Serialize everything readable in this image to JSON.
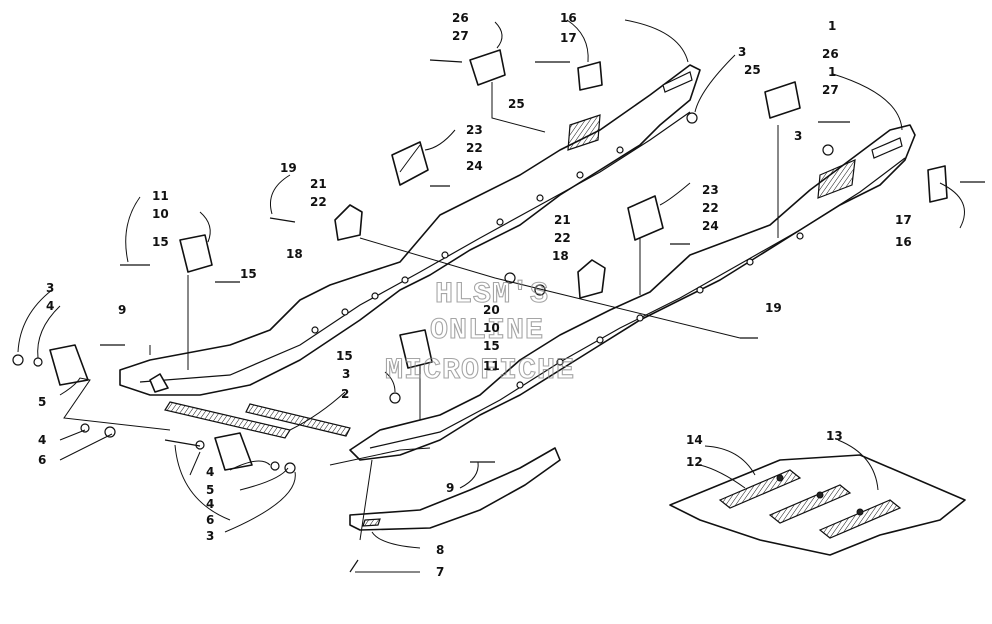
{
  "watermark": {
    "line1": "HLSM'S",
    "line2": "ONLINE",
    "line3": "MICROFICHE"
  },
  "callouts": {
    "top_left_assembly": [
      "26",
      "27",
      "16",
      "17",
      "25",
      "23",
      "22",
      "24",
      "19",
      "21",
      "22",
      "18",
      "11",
      "10",
      "15",
      "15"
    ],
    "top_right_assembly": [
      "1",
      "3",
      "26",
      "25",
      "1",
      "27",
      "3",
      "17",
      "16"
    ],
    "middle": [
      "23",
      "22",
      "21",
      "22",
      "24",
      "18",
      "20",
      "10",
      "15",
      "11",
      "15",
      "19"
    ],
    "left_front": [
      "3",
      "4",
      "9",
      "5",
      "2",
      "3",
      "4",
      "6"
    ],
    "bottom_front": [
      "4",
      "5",
      "4",
      "6",
      "3",
      "9",
      "8",
      "7"
    ],
    "track": [
      "14",
      "13",
      "12"
    ]
  },
  "colors": {
    "line": "#111111",
    "background": "#ffffff",
    "watermark": "#888888"
  }
}
